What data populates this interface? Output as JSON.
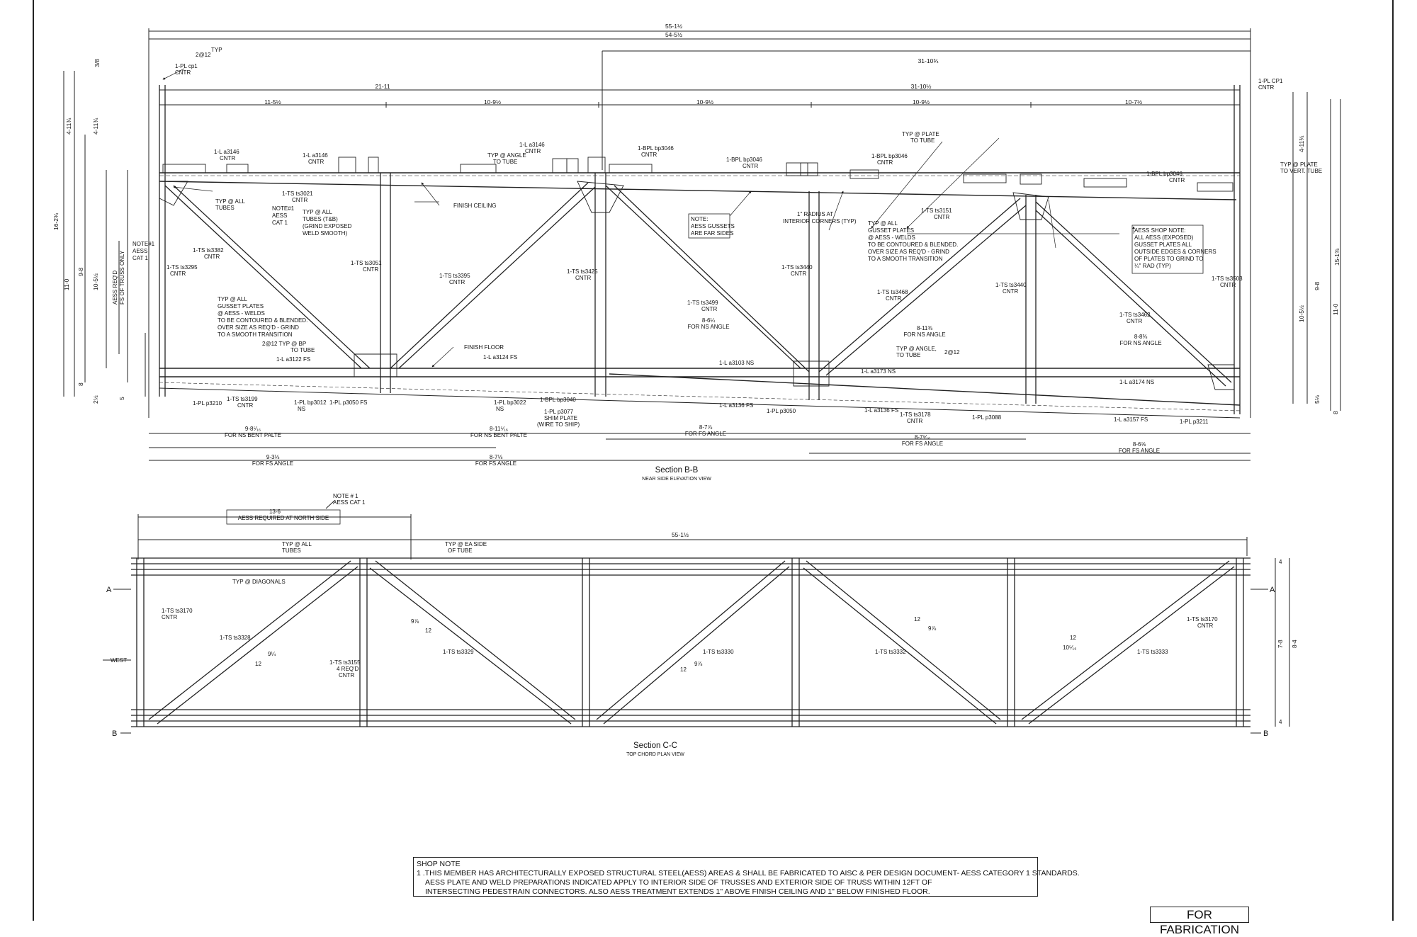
{
  "shop_note": {
    "heading": "SHOP NOTE",
    "lines": [
      "1 .THIS MEMBER HAS ARCHITECTURALLY EXPOSED STRUCTURAL STEEL(AESS) AREAS & SHALL BE FABRICATED TO AISC & PER DESIGN DOCUMENT- AESS CATEGORY 1 STANDARDS.",
      "AESS PLATE AND WELD PREPARATIONS INDICATED APPLY TO INTERIOR SIDE OF TRUSSES AND EXTERIOR SIDE OF TRUSS WITHIN 12FT OF",
      "INTERSECTING PEDESTRAIN CONNECTORS. ALSO AESS TREATMENT EXTENDS 1\" ABOVE FINISH CEILING AND 1\" BELOW FINISHED FLOOR."
    ]
  },
  "stamp": "FOR FABRICATION",
  "section_bb": {
    "title": "Section B-B",
    "subtitle": "NEAR SIDE ELEVATION VIEW",
    "overall_dims": [
      "55-1½",
      "54-5½",
      "31-10¾",
      "21-11",
      "31-10½"
    ],
    "panel_dims": [
      "11-5½",
      "10-9½",
      "10-9½",
      "10-9½",
      "10-7½"
    ],
    "left_dims": [
      "3/8",
      "4-11¾",
      "4-11¾",
      "16-2¾",
      "9-8",
      "11-0",
      "10-5½",
      "2½",
      "5",
      "8"
    ],
    "right_dims": [
      "4-11¾",
      "15-1⅜",
      "10-5½",
      "9-8",
      "11-0",
      "5⅛",
      "8"
    ],
    "notes": {
      "finish_ceiling": "FINISH CEILING",
      "finish_floor": "FINISH FLOOR",
      "radius": [
        "1\" RADIUS AT",
        "INTERIOR CORNERS (TYP)"
      ],
      "aess_gussets": [
        "NOTE:",
        "AESS GUSSETS",
        "ARE FAR SIDES"
      ],
      "aess_shop": [
        "AESS SHOP NOTE:",
        "ALL AESS (EXPOSED)",
        "GUSSET PLATES ALL",
        "OUTSIDE EDGES & CORNERS",
        "OF PLATES TO GRIND TO",
        "¼\" RAD (TYP)"
      ],
      "gusset_left": [
        "TYP @ ALL",
        "GUSSET PLATES",
        "@ AESS - WELDS",
        "TO BE CONTOURED & BLENDED.",
        "OVER SIZE AS REQ'D - GRIND",
        "TO A SMOOTH TRANSITION"
      ],
      "gusset_right": [
        "TYP @ ALL",
        "GUSSET PLATES",
        "@ AESS - WELDS",
        "TO BE CONTOURED & BLENDED.",
        "OVER SIZE AS REQ'D - GRIND",
        "TO A SMOOTH TRANSITION"
      ],
      "tubes_tb": [
        "TYP @ ALL",
        "TUBES (T&B)",
        "(GRIND EXPOSED",
        "WELD SMOOTH)"
      ],
      "note1": [
        "NOTE#1",
        "AESS",
        "CAT 1"
      ],
      "note1_left": [
        "NOTE#1",
        "AESS",
        "CAT 1"
      ],
      "aess_req": [
        "AESS REQ'D",
        "FS OF TRUSS ONLY"
      ]
    },
    "member_labels": [
      "1-PL cp1",
      "CNTR",
      "1-PL CP1",
      "CNTR",
      "1-L a3146",
      "CNTR",
      "1-L a3146",
      "CNTR",
      "1-L a3146",
      "CNTR",
      "1-BPL bp3046",
      "CNTR",
      "1-BPL bp3046",
      "CNTR",
      "1-BPL bp3046",
      "CNTR",
      "1-BPL bp3046",
      "CNTR",
      "1-TS ts3021",
      "CNTR",
      "1-TS ts3382",
      "CNTR",
      "1-TS ts3295",
      "CNTR",
      "1-TS ts3051",
      "CNTR",
      "1-TS ts3395",
      "CNTR",
      "1-TS ts3425",
      "CNTR",
      "1-TS ts3499",
      "CNTR",
      "1-TS ts3440",
      "CNTR",
      "1-TS ts3468",
      "CNTR",
      "1-TS ts3151",
      "CNTR",
      "1-TS ts3440",
      "CNTR",
      "1-TS ts3462",
      "CNTR",
      "1-TS ts3503",
      "CNTR",
      "1-L a3122 FS",
      "1-L a3124 FS",
      "1-L a3103 NS",
      "1-L a3173 NS",
      "1-L a3174 NS",
      "1-L a3136 FS",
      "1-L a3136 FS",
      "1-L a3157 FS",
      "1-PL p3210",
      "1-TS ts3199",
      "CNTR",
      "1-PL bp3012",
      "NS",
      "1-PL p3050 FS",
      "1-PL bp3022",
      "NS",
      "1-BPL bp3040",
      "1-PL p3077",
      "SHIM PLATE",
      "(WIRE TO SHIP)",
      "1-PL p3050",
      "1-TS ts3178",
      "CNTR",
      "1-PL p3088",
      "1-PL p3211"
    ],
    "weld_notes": [
      "TYP",
      "2@12",
      "TYP @ ANGLE",
      "TO TUBE",
      "TYP @ PLATE",
      "TO TUBE",
      "TYP @ PLATE",
      "TO VERT. TUBE",
      "2@12 TYP @ BP",
      "TO TUBE",
      "TYP @ ANGLE,",
      "TO TUBE",
      "2@12",
      "TYP @ ALL",
      "TUBES"
    ],
    "bottom_dims": [
      [
        "9-8⁵⁄₁₆",
        "FOR NS BENT PALTE"
      ],
      [
        "9-3⅛",
        "FOR FS ANGLE"
      ],
      [
        "8-11⁵⁄₁₆",
        "FOR NS BENT PALTE"
      ],
      [
        "8-7⅛",
        "FOR FS ANGLE"
      ],
      [
        "8-7⅞",
        "FOR FS ANGLE"
      ],
      [
        "8-7⁹⁄₁₆",
        "FOR FS ANGLE"
      ],
      [
        "8-6⅝",
        "FOR FS ANGLE"
      ],
      [
        "8-6¼",
        "FOR NS ANGLE"
      ],
      [
        "8-11⅜",
        "FOR NS ANGLE"
      ],
      [
        "8-8⅜",
        "FOR NS ANGLE"
      ]
    ]
  },
  "section_cc": {
    "title": "Section C-C",
    "subtitle": "TOP CHORD PLAN VIEW",
    "overall": "55-1½",
    "aess_callout_dim": "13-6",
    "aess_callout": "AESS REQUIRED AT NORTH SIDE",
    "note1": [
      "NOTE # 1",
      "AESS CAT 1"
    ],
    "west": "WEST",
    "markers": [
      "A",
      "A",
      "B",
      "B"
    ],
    "right_dims": [
      "4",
      "7-8",
      "8-4",
      "4"
    ],
    "weld_notes": [
      "TYP @ ALL",
      "TUBES",
      "TYP @ EA SIDE",
      "OF TUBE",
      "TYP @ DIAGONALS"
    ],
    "member_labels": [
      "1-TS ts3170",
      "CNTR",
      "1-TS ts3328",
      "1-TS ts3155",
      "4 REQ'D",
      "CNTR",
      "1-TS ts3329",
      "1-TS ts3330",
      "1-TS ts3332",
      "1-TS ts3333",
      "1-TS ts3170",
      "CNTR"
    ],
    "diag_marks": [
      "9¼",
      "12",
      "9⅞",
      "12",
      "9⅞",
      "12",
      "9⅞",
      "12",
      "10⁵⁄₁₆",
      "12"
    ]
  }
}
